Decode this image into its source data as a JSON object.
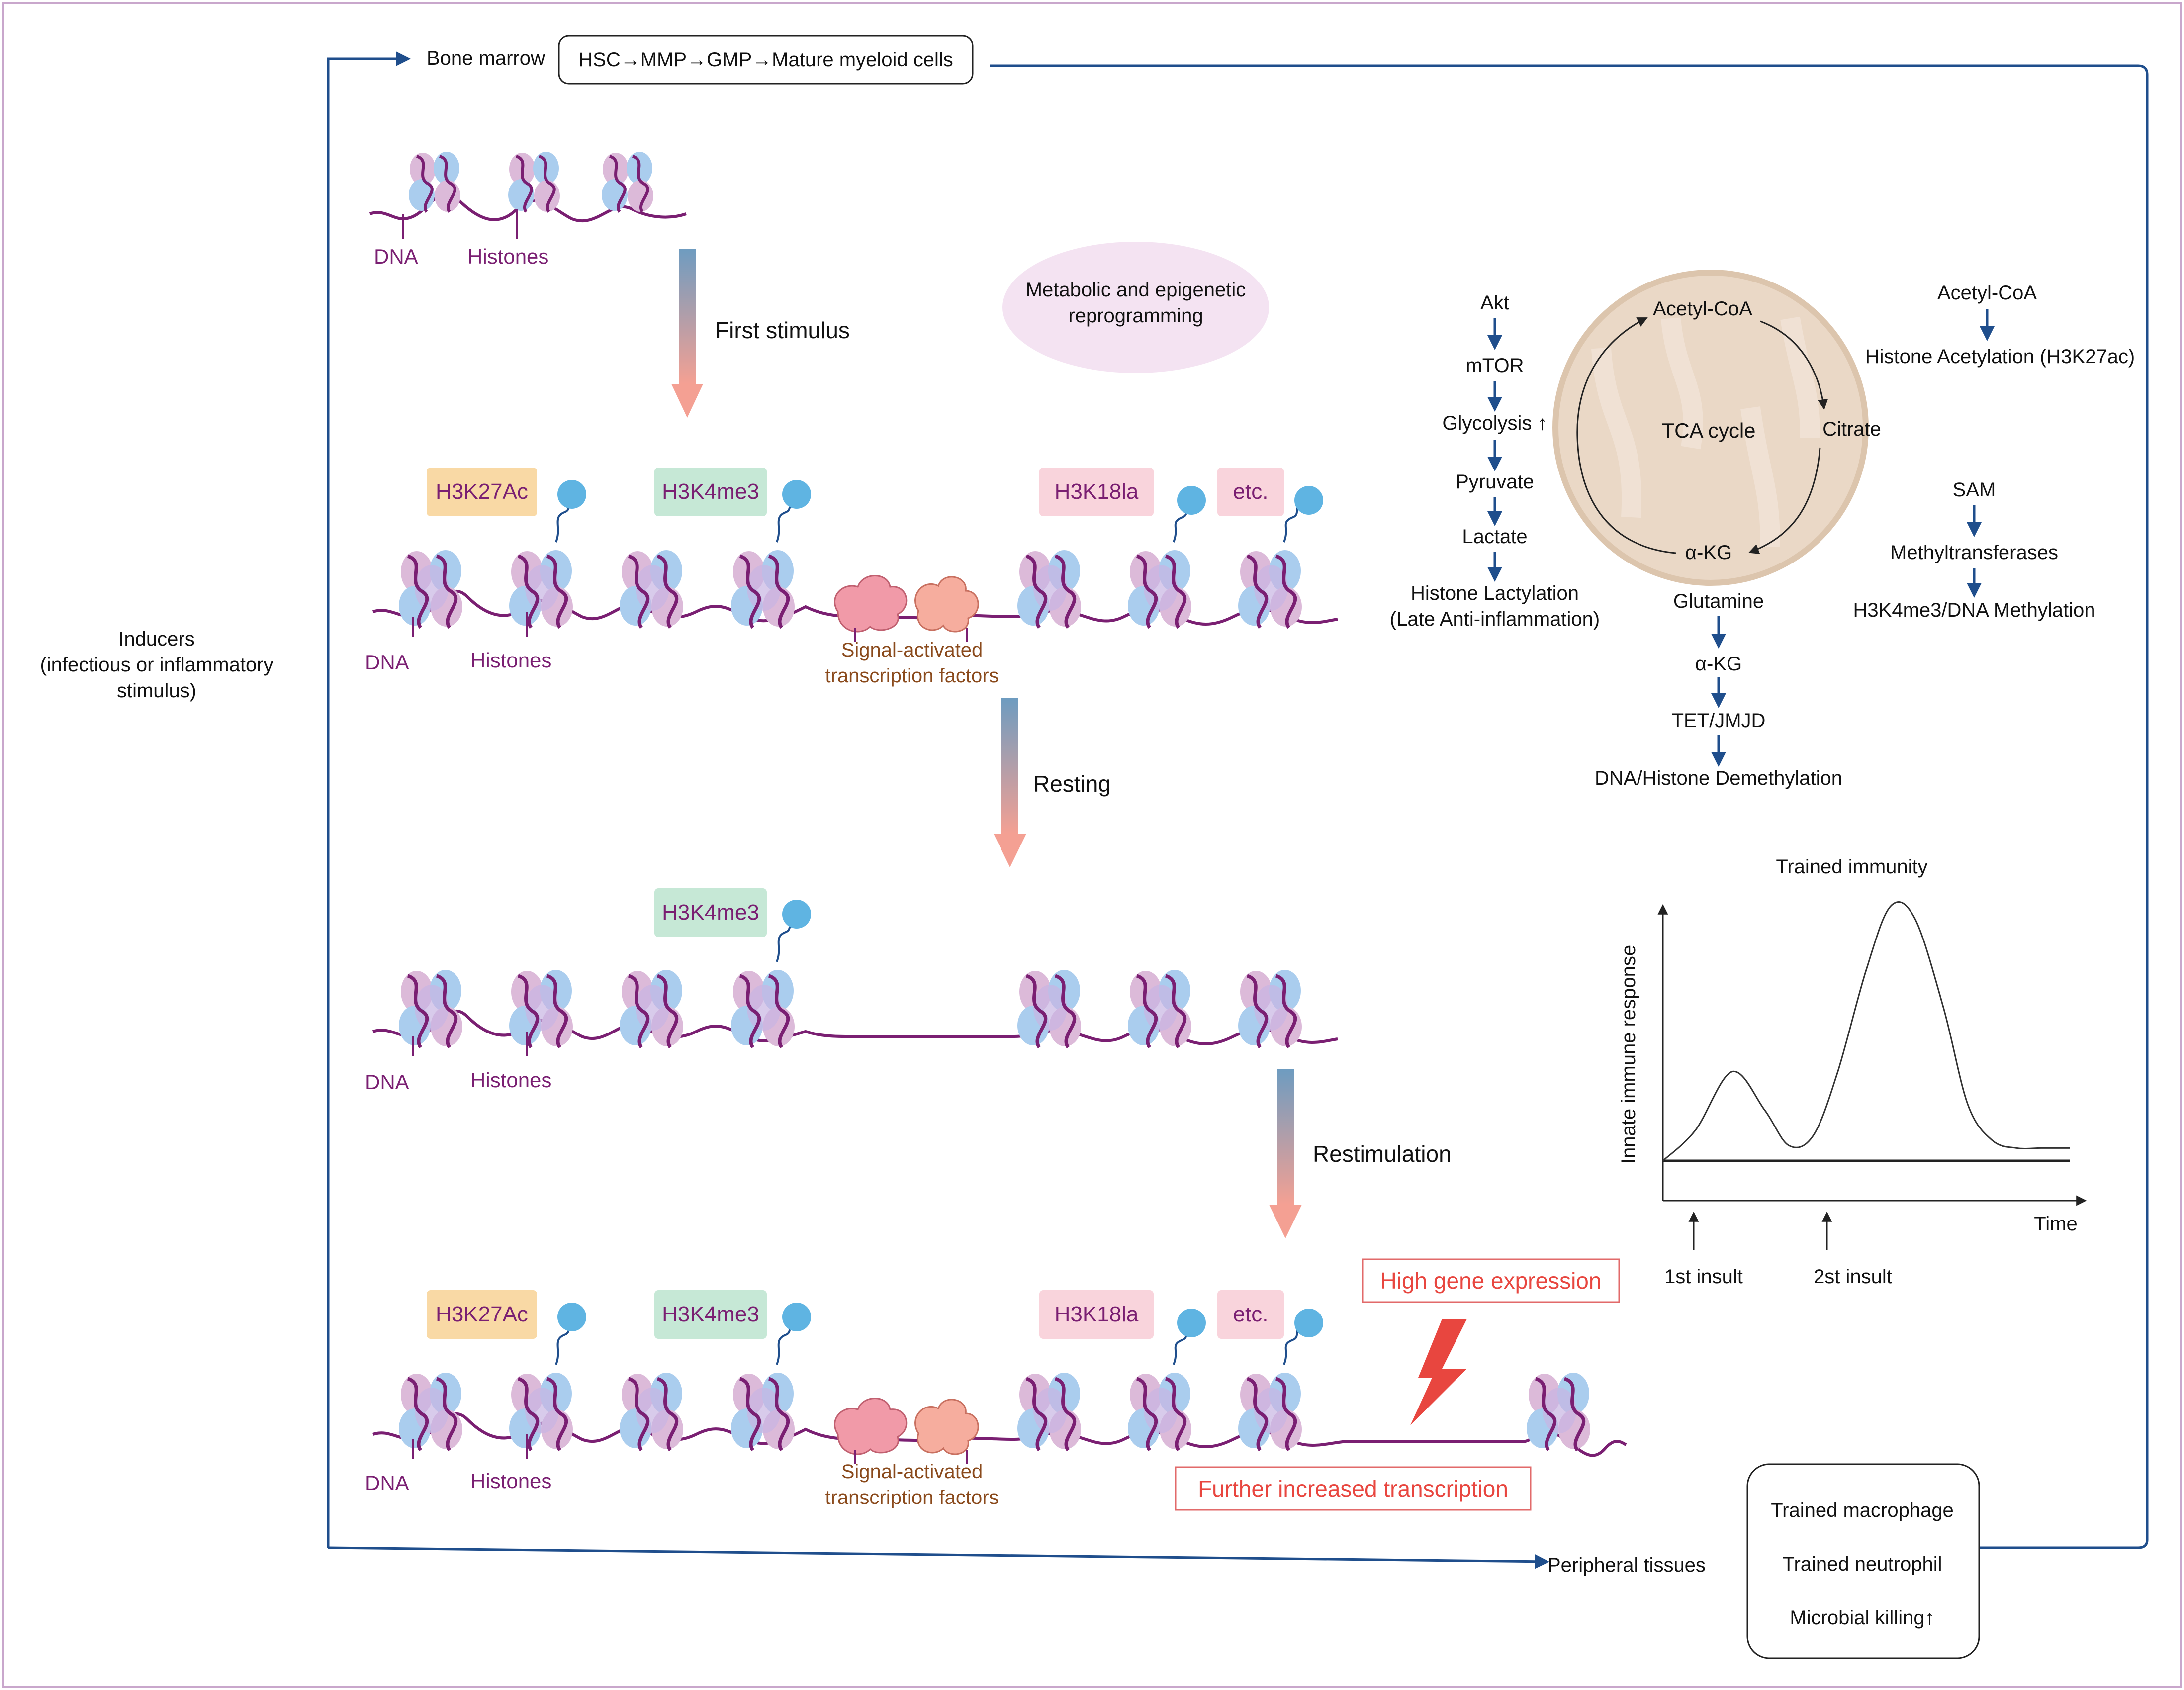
{
  "colors": {
    "frame": "#c9a7cc",
    "loop": "#1f4e8c",
    "purple": "#7a1f72",
    "pink": "#e26a6a",
    "brown": "#8a4a1c",
    "ellipse": "#f4e3f2",
    "mito": "#ead8c6",
    "h3k27ac": "#f9d9a5",
    "h3k4me3": "#c6e8d6",
    "h3k18la": "#f9d4dc",
    "bead": "#5fb4e2",
    "nucBlue": "#aacdee",
    "nucPink": "#dcbad9",
    "tf1": "#f19aa8",
    "tf2": "#f6ad9e"
  },
  "loop": {
    "bone_marrow": "Bone marrow",
    "lineage": "HSC→MMP→GMP→Mature myeloid cells",
    "peripheral": "Peripheral tissues",
    "inducers": [
      "Inducers",
      "(infectious or inflammatory",
      "stimulus)"
    ]
  },
  "steps": {
    "first": "First stimulus",
    "resting": "Resting",
    "restim": "Restimulation"
  },
  "chromatin": {
    "dna": "DNA",
    "histones": "Histones",
    "tf_line1": "Signal-activated",
    "tf_line2": "transcription factors",
    "h3k27ac": "H3K27Ac",
    "h3k4me3": "H3K4me3",
    "h3k18la": "H3K18la",
    "etc": "etc.",
    "high_expression": "High gene expression",
    "further": "Further increased transcription"
  },
  "reprogramming": {
    "bubble": [
      "Metabolic and epigenetic",
      "reprogramming"
    ],
    "left_chain": [
      "Akt",
      "mTOR",
      "Glycolysis ↑",
      "Pyruvate",
      "Lactate",
      "Histone Lactylation",
      "(Late Anti-inflammation)"
    ],
    "tca": {
      "acetyl": "Acetyl-CoA",
      "center": "TCA cycle",
      "citrate": "Citrate",
      "akg": "α-KG"
    },
    "bottom_chain": [
      "Glutamine",
      "α-KG",
      "TET/JMJD",
      "DNA/Histone Demethylation"
    ],
    "right_top": [
      "Acetyl-CoA",
      "Histone Acetylation (H3K27ac)"
    ],
    "right_bottom": [
      "SAM",
      "Methyltransferases",
      "H3K4me3/DNA Methylation"
    ]
  },
  "chart_data": {
    "type": "line",
    "title": "Trained immunity",
    "xlabel": "Time",
    "ylabel": "Innate immune response",
    "annotations": [
      "1st insult",
      "2st insult"
    ],
    "series": [
      {
        "x": [
          0,
          0.08,
          0.17,
          0.25,
          0.31,
          0.37,
          0.43,
          0.5,
          0.56,
          0.62,
          0.69,
          0.75,
          0.81,
          0.87,
          0.93,
          1.0
        ],
        "values": [
          0,
          0.12,
          0.35,
          0.2,
          0.06,
          0.1,
          0.35,
          0.75,
          1.0,
          0.95,
          0.6,
          0.22,
          0.08,
          0.05,
          0.05,
          0.05
        ]
      }
    ],
    "baseline": 0
  }
}
